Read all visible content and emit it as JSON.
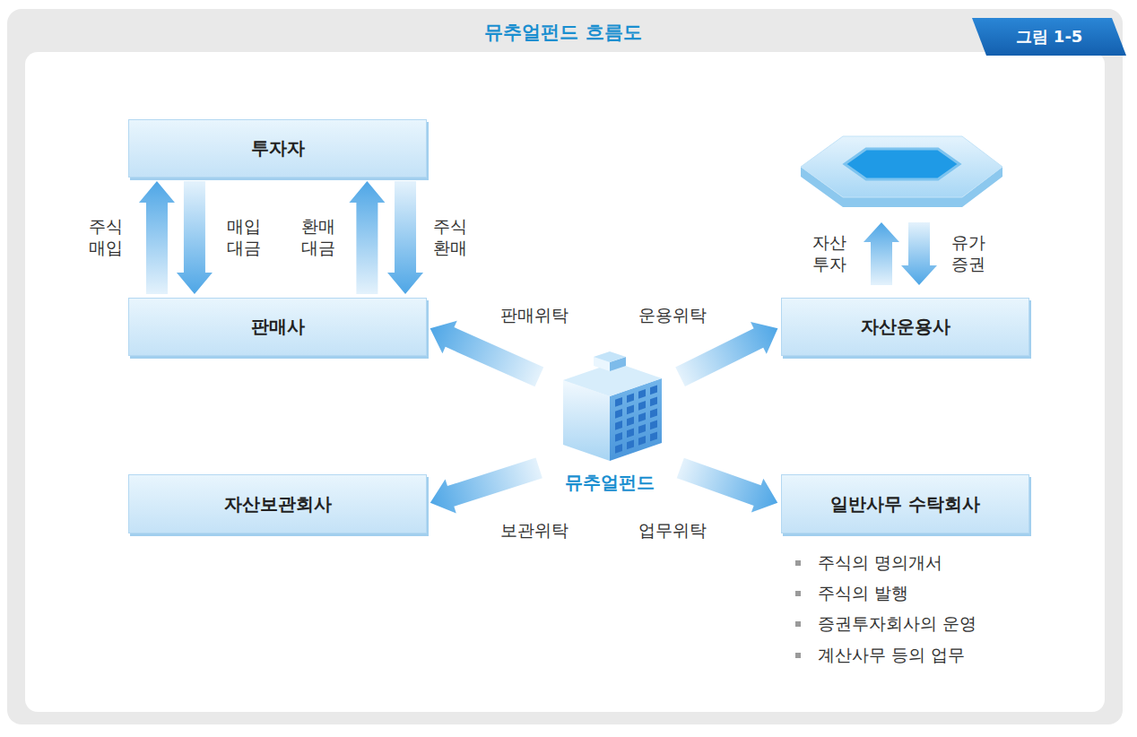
{
  "diagram": {
    "title": "뮤추얼펀드 흐름도",
    "nodes": [
      {
        "text": [
          "투자자"
        ]
      },
      {
        "text": [
          "판매사"
        ]
      },
      {
        "text": [
          "자산운용사"
        ]
      },
      {
        "text": [
          "뮤추얼펀드"
        ]
      },
      {
        "text": [
          "자산보관회사"
        ]
      },
      {
        "text": [
          "일반사무 수탁회사"
        ]
      }
    ],
    "edges": [
      {
        "from": 1,
        "to": 0,
        "label": "주식 매입",
        "arrow": "to"
      },
      {
        "from": 0,
        "to": 1,
        "label": "매입 대금",
        "arrow": "to"
      },
      {
        "from": 1,
        "to": 0,
        "label": "환매 대금",
        "arrow": "to"
      },
      {
        "from": 0,
        "to": 1,
        "label": "주식 환매",
        "arrow": "to"
      },
      {
        "from": 3,
        "to": 1,
        "label": "판매위탁",
        "arrow": "to"
      },
      {
        "from": 3,
        "to": 2,
        "label": "운용위탁",
        "arrow": "to"
      },
      {
        "from": 3,
        "to": 4,
        "label": "보관위탁",
        "arrow": "to"
      },
      {
        "from": 3,
        "to": 5,
        "label": "업무위탁",
        "arrow": "to"
      }
    ],
    "labels": [
      "그림 1-5",
      "자산 투자",
      "유가 증권",
      "주식의 명의개서",
      "주식의 발행",
      "증권투자회사의 운영",
      "계산사무 등의 업무"
    ]
  }
}
